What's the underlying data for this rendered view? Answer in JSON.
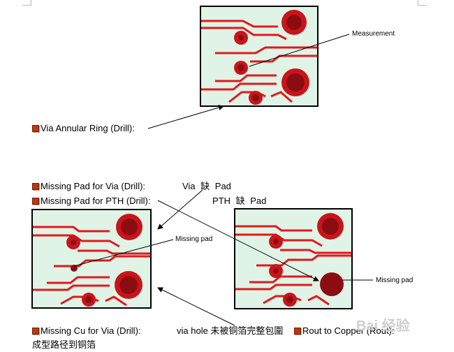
{
  "top_figure": {
    "callout": "Measurement"
  },
  "sections": {
    "via_annular_ring": {
      "label": "Via Annular Ring (Drill):"
    },
    "missing_pad_via": {
      "label": "Missing Pad for Via (Drill):",
      "note": "Via 缺 Pad"
    },
    "missing_pad_pth": {
      "label": "Missing Pad for PTH (Drill):",
      "note": "PTH 缺 Pad"
    },
    "missing_cu_via": {
      "label": "Missing Cu for Via (Drill):",
      "note": "via hole 未被铜箔完整包圍"
    },
    "rout_to_copper": {
      "label": "Rout to Copper (Rout):",
      "note": "成型路径到铜箔"
    }
  },
  "left_figure": {
    "callout": "Missing pad"
  },
  "right_figure": {
    "callout": "Missing pad"
  },
  "watermark": {
    "text": "Bai 经验"
  },
  "colors": {
    "board": "#dff3e6",
    "trace": "#e0191c",
    "pad": "#c8151b",
    "hole": "#8b0d12",
    "bullet": "#b83a10"
  }
}
